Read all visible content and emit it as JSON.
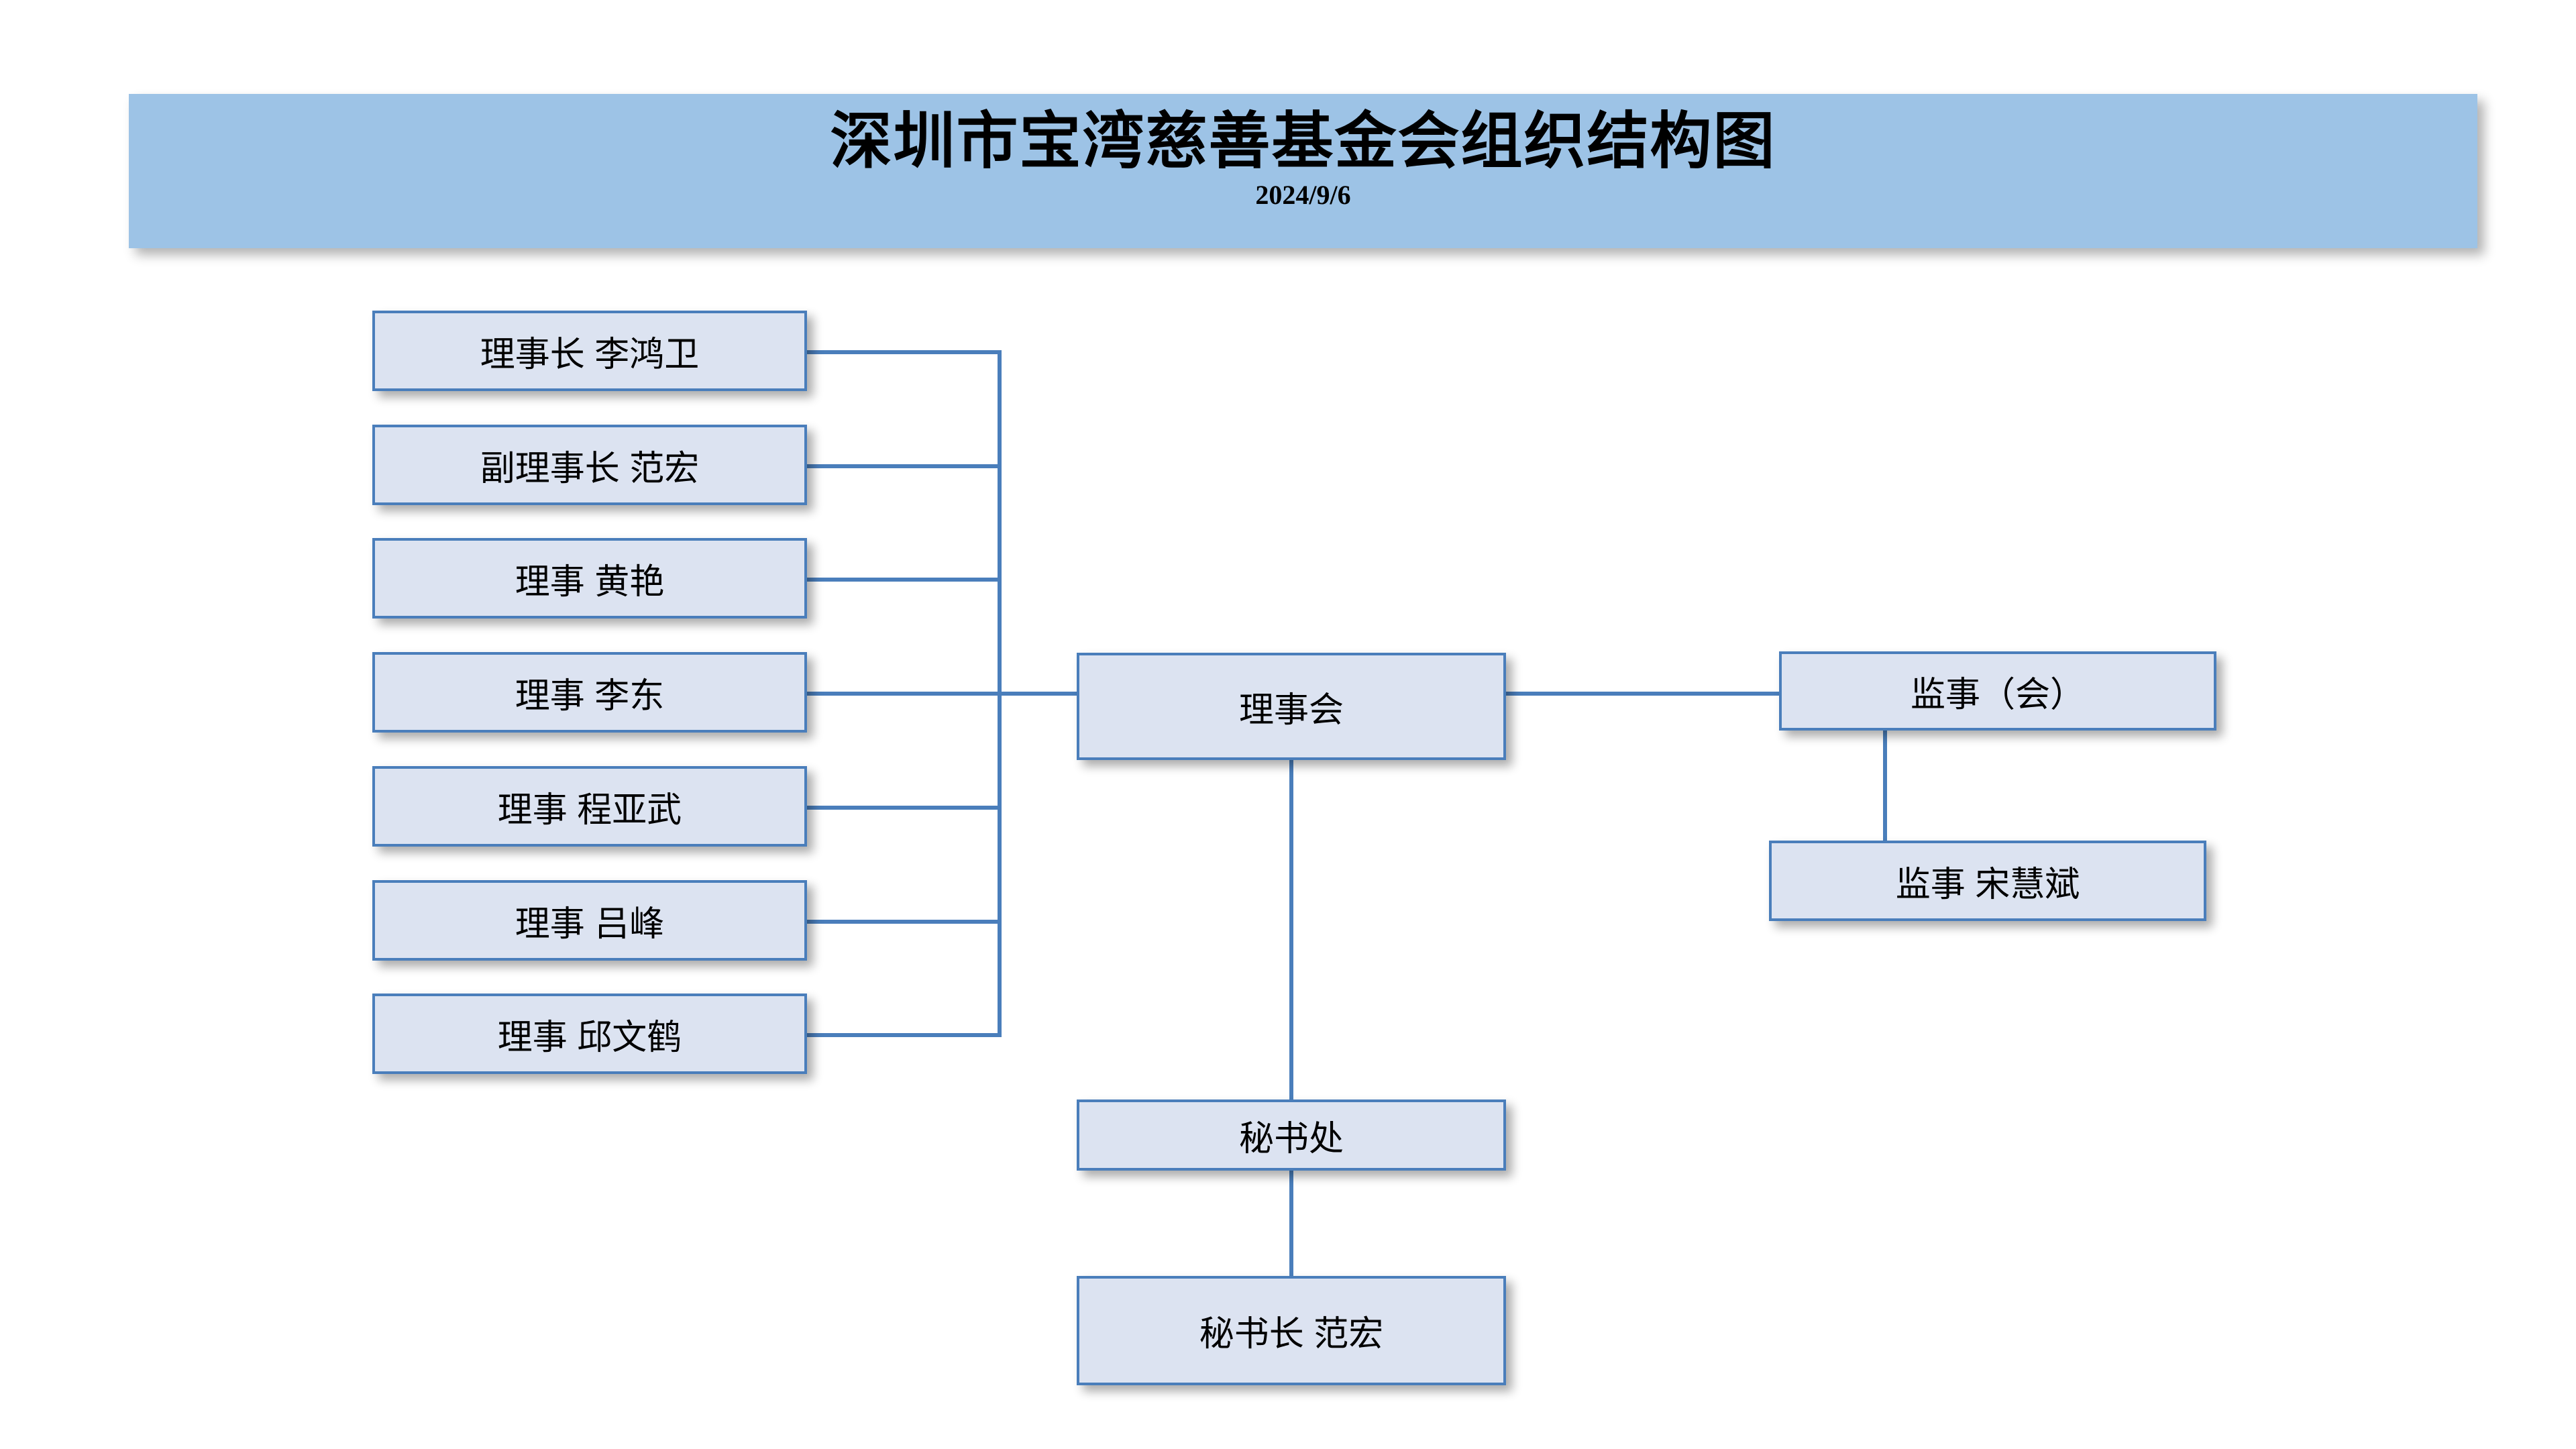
{
  "banner": {
    "title": "深圳市宝湾慈善基金会组织结构图",
    "date": "2024/9/6",
    "bg_color": "#9DC3E6"
  },
  "theme": {
    "node_fill": "#DCE3F1",
    "node_border": "#4A7EBB",
    "connector_color": "#4A7EBB",
    "text_color": "#000000",
    "page_bg": "#FFFFFF"
  },
  "chart_data": {
    "type": "diagram",
    "title": "深圳市宝湾慈善基金会组织结构图",
    "subtitle": "2024/9/6",
    "nodes": [
      {
        "id": "board",
        "label": "理事会",
        "column": "center",
        "level": 1
      },
      {
        "id": "supervisor",
        "label": "监事（会）",
        "column": "right",
        "level": 1
      },
      {
        "id": "supervisor1",
        "label": "监事 宋慧斌",
        "column": "right",
        "level": 2
      },
      {
        "id": "secretariat",
        "label": "秘书处",
        "column": "center",
        "level": 2
      },
      {
        "id": "secgeneral",
        "label": "秘书长 范宏",
        "column": "center",
        "level": 3
      },
      {
        "id": "member1",
        "label": "理事长 李鸿卫",
        "column": "left",
        "level": 2
      },
      {
        "id": "member2",
        "label": "副理事长 范宏",
        "column": "left",
        "level": 2
      },
      {
        "id": "member3",
        "label": "理事 黄艳",
        "column": "left",
        "level": 2
      },
      {
        "id": "member4",
        "label": "理事 李东",
        "column": "left",
        "level": 2
      },
      {
        "id": "member5",
        "label": "理事 程亚武",
        "column": "left",
        "level": 2
      },
      {
        "id": "member6",
        "label": "理事 吕峰",
        "column": "left",
        "level": 2
      },
      {
        "id": "member7",
        "label": "理事 邱文鹤",
        "column": "left",
        "level": 2
      }
    ],
    "edges": [
      {
        "from": "board",
        "to": "supervisor"
      },
      {
        "from": "supervisor",
        "to": "supervisor1"
      },
      {
        "from": "board",
        "to": "secretariat"
      },
      {
        "from": "secretariat",
        "to": "secgeneral"
      },
      {
        "from": "board",
        "to": "member1"
      },
      {
        "from": "board",
        "to": "member2"
      },
      {
        "from": "board",
        "to": "member3"
      },
      {
        "from": "board",
        "to": "member4"
      },
      {
        "from": "board",
        "to": "member5"
      },
      {
        "from": "board",
        "to": "member6"
      },
      {
        "from": "board",
        "to": "member7"
      }
    ]
  }
}
